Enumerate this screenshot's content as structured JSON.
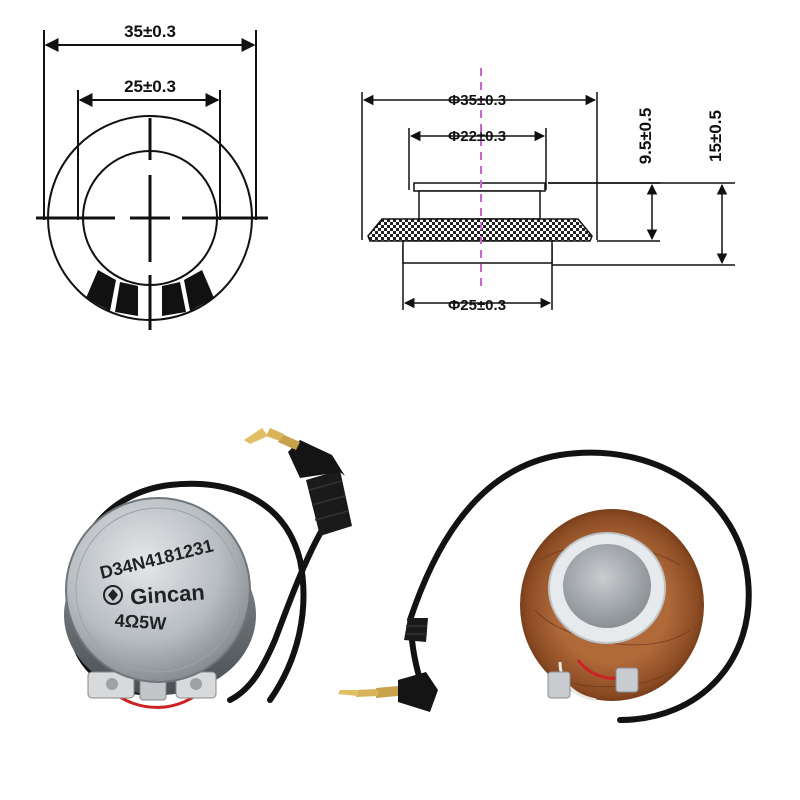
{
  "front_view": {
    "outer_width": "35±0.3",
    "inner_width": "25±0.3"
  },
  "side_view": {
    "outer_diameter": "Φ35±0.3",
    "top_diameter": "Φ22±0.3",
    "bottom_diameter": "Φ25±0.3",
    "magnet_height": "9.5±0.5",
    "total_height": "15±0.5"
  },
  "speaker_label": {
    "model": "D34N4181231",
    "brand": "Gincan",
    "rating": "4Ω5W"
  },
  "colors": {
    "line": "#111111",
    "center_line": "#cc66cc",
    "metal": "#b9bec2",
    "cable": "#121212",
    "cone_paper": "#8a4a22"
  },
  "icons": [
    "brand-logo-icon"
  ]
}
